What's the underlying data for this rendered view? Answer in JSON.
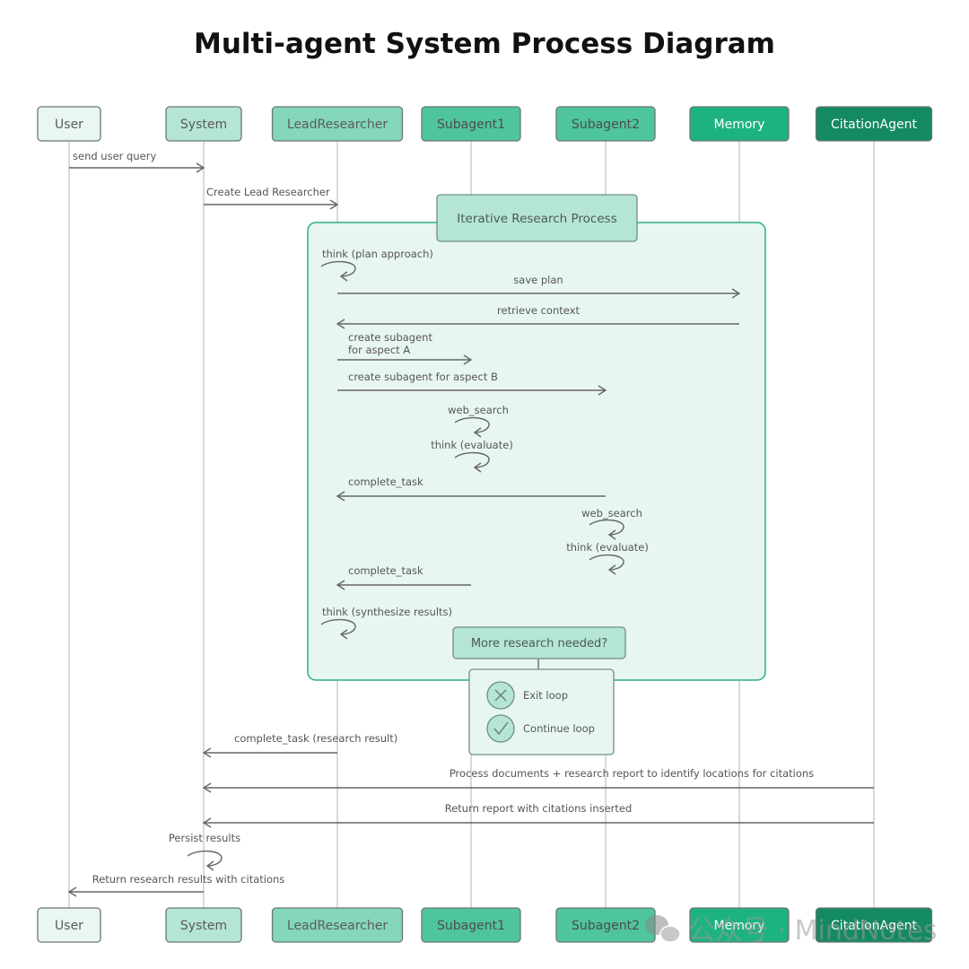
{
  "title": "Multi-agent System Process Diagram",
  "actors": [
    {
      "name": "User",
      "fill": "#eaf6f1",
      "text": "#5a5a5a"
    },
    {
      "name": "System",
      "fill": "#b5e5d4",
      "text": "#5a5a5a"
    },
    {
      "name": "LeadResearcher",
      "fill": "#84d7bb",
      "text": "#5c5c5c"
    },
    {
      "name": "Subagent1",
      "fill": "#4fc59e",
      "text": "#4d4d4d"
    },
    {
      "name": "Subagent2",
      "fill": "#4fc59e",
      "text": "#4d4d4d"
    },
    {
      "name": "Memory",
      "fill": "#1db37f",
      "text": "#ffffff"
    },
    {
      "name": "CitationAgent",
      "fill": "#148a62",
      "text": "#ffffff"
    }
  ],
  "loop": {
    "label": "Iterative Research Process"
  },
  "messages": [
    {
      "text": "send user query"
    },
    {
      "text": "Create Lead Researcher"
    },
    {
      "text": "think (plan approach)"
    },
    {
      "text": "save plan"
    },
    {
      "text": "retrieve context"
    },
    {
      "text": "create subagent\nfor aspect A"
    },
    {
      "text": "create subagent for aspect B"
    },
    {
      "text": "web_search"
    },
    {
      "text": "think (evaluate)"
    },
    {
      "text": "complete_task"
    },
    {
      "text": "web_search"
    },
    {
      "text": "think (evaluate)"
    },
    {
      "text": "complete_task"
    },
    {
      "text": "think (synthesize results)"
    },
    {
      "text": "complete_task (research result)"
    },
    {
      "text": "Process documents + research report to identify locations for citations"
    },
    {
      "text": "Return report with citations inserted"
    },
    {
      "text": "Persist results"
    },
    {
      "text": "Return research results with citations"
    }
  ],
  "decision": {
    "question": "More research needed?",
    "options": [
      {
        "label": "Exit loop",
        "icon": "x-circle-icon"
      },
      {
        "label": "Continue loop",
        "icon": "check-circle-icon"
      }
    ]
  },
  "watermark": {
    "text": "公众号 · MindNotes",
    "icon": "wechat-icon"
  },
  "colors": {
    "loop_border": "#2bb07e",
    "loop_fill": "#e8f6f0",
    "box_fill": "#b5e5d4",
    "arrow": "#666666"
  }
}
